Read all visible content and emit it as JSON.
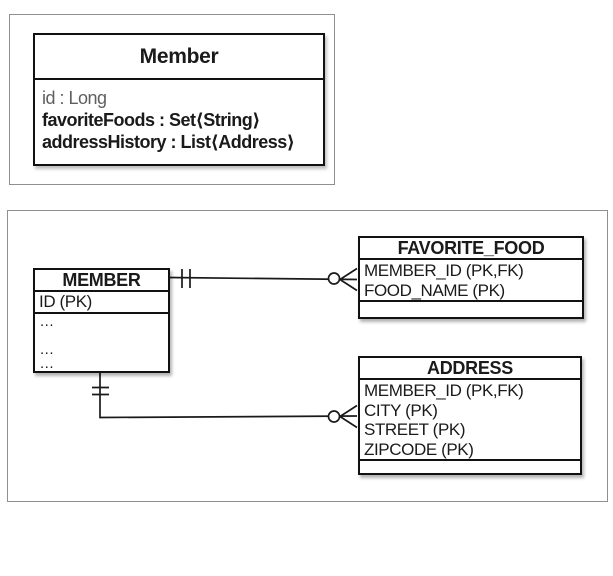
{
  "class_diagram": {
    "title": "Member",
    "fields": [
      "id : Long",
      "favoriteFoods : Set⟨String⟩",
      "addressHistory : List⟨Address⟩"
    ]
  },
  "er_diagram": {
    "member": {
      "title": "MEMBER",
      "rows": [
        "ID (PK)"
      ],
      "placeholder_rows": [
        "...",
        "",
        "...",
        "..."
      ]
    },
    "favorite_food": {
      "title": "FAVORITE_FOOD",
      "rows": [
        "MEMBER_ID (PK,FK)",
        "FOOD_NAME (PK)"
      ]
    },
    "address": {
      "title": "ADDRESS",
      "rows": [
        "MEMBER_ID (PK,FK)",
        "CITY (PK)",
        "STREET (PK)",
        "ZIPCODE (PK)"
      ]
    },
    "relationships": [
      {
        "from": "MEMBER",
        "to": "FAVORITE_FOOD",
        "from_cardinality": "exactly-one",
        "to_cardinality": "zero-or-many"
      },
      {
        "from": "MEMBER",
        "to": "ADDRESS",
        "from_cardinality": "exactly-one",
        "to_cardinality": "zero-or-many"
      }
    ]
  },
  "colors": {
    "line": "#1a1a1a",
    "panel_border": "#8f8f8f",
    "muted_text": "#5f5f5f",
    "background": "#ffffff"
  }
}
